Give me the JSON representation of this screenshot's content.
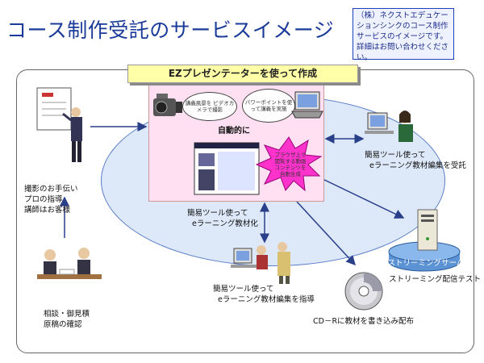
{
  "title": "コース制作受託のサービスイメージ",
  "note": "（株）ネクストエデュケーションシンクのコース制作サービスのイメージです。詳細はお問い合わせください。",
  "banner": "EZプレゼンテーターを使って作成",
  "bubble_left": "講義風景を ビデオカメラで撮影",
  "bubble_right": "パワーポイントを使って講義を実施",
  "auto_label": "自動的に",
  "starburst": "ブラウザ上で閲覧する動画コンテンツを自動生成",
  "labels": {
    "left": [
      "撮影のお手伝い",
      "プロの指導",
      "講師はお客様"
    ],
    "bottom_left": [
      "相談・御見積",
      "原稿の確認"
    ],
    "center_bottom": [
      "簡易ツール使って",
      "eラーニング教材化"
    ],
    "right_top": [
      "簡易ツール使って",
      "eラーニング教材編集を受託"
    ],
    "bottom_mid": [
      "簡易ツール使って",
      "eラーニング教材編集を指導"
    ],
    "server_name": "ストリーミングサーバ",
    "server_caption": "ストリーミング配信テスト",
    "cd": "CD－Rに教材を書き込み配布"
  },
  "colors": {
    "title": "#1a3a9a",
    "ellipse": "#dde8f8",
    "center_box": "#ffe0f2",
    "banner": "#ffffa8",
    "arrow": "#2a3f8a"
  }
}
